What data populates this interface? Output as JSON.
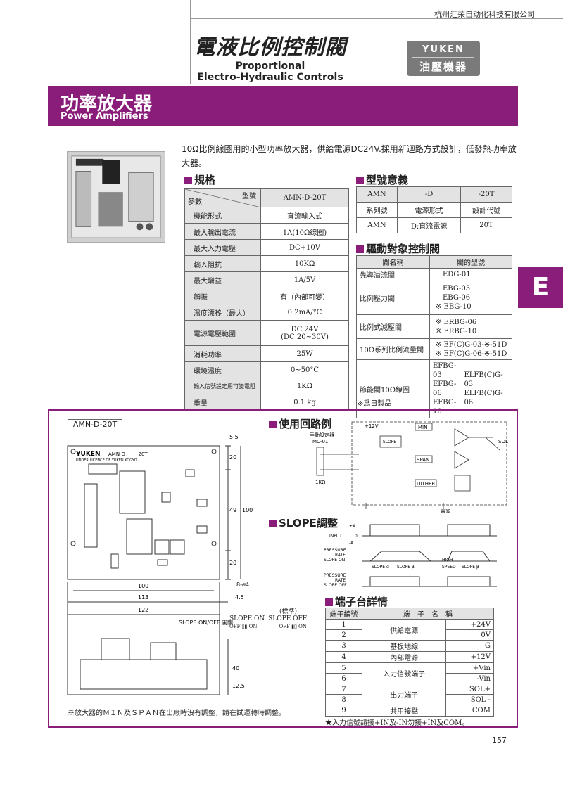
{
  "header": {
    "company": "杭州汇荣自动化科技有限公司",
    "title_zh": "電液比例控制閥",
    "title_en_1": "Proportional",
    "title_en_2": "Electro-Hydraulic Controls",
    "logo_top": "YUKEN",
    "logo_bottom": "油壓機器"
  },
  "banner": {
    "title_zh": "功率放大器",
    "title_en": "Power Amplifiers"
  },
  "intro": "10Ω比例線圈用的小型功率放大器，供給電源DC24V.採用新迴路方式設計，低發熱功率放大器。",
  "spec": {
    "heading": "規格",
    "header_model": "型號",
    "header_param": "參數",
    "header_value": "AMN-D-20T",
    "rows": [
      {
        "k": "機能形式",
        "v": "直流輸入式"
      },
      {
        "k": "最大輸出電流",
        "v": "1A(10Ω線圈)"
      },
      {
        "k": "最大入力電壓",
        "v": "DC+10V"
      },
      {
        "k": "輸入阻抗",
        "v": "10KΩ"
      },
      {
        "k": "最大增益",
        "v": "1A/5V"
      },
      {
        "k": "顫振",
        "v": "有（內部可變）"
      },
      {
        "k": "溫度漂移（最大）",
        "v": "0.2mA/°C"
      },
      {
        "k": "電源電壓範圍",
        "v": "DC 24V",
        "v2": "(DC 20~30V)"
      },
      {
        "k": "消耗功率",
        "v": "25W"
      },
      {
        "k": "環境溫度",
        "v": "0~50°C"
      },
      {
        "k": "輸入信號設定用可變電阻",
        "v": "1KΩ"
      },
      {
        "k": "重量",
        "v": "0.1 kg"
      }
    ]
  },
  "model": {
    "heading": "型號意義",
    "row1": [
      "AMN",
      "-D",
      "-20T"
    ],
    "row2": [
      "系列號",
      "電源形式",
      "設計代號"
    ],
    "row3": [
      "AMN",
      "D:直流電源",
      "20T"
    ]
  },
  "drive": {
    "heading": "驅動對象控制閥",
    "col1": "閥名稱",
    "col2": "閥的型號",
    "rows": [
      {
        "name": "先導溢流閥",
        "models": [
          "EDG-01"
        ]
      },
      {
        "name": "比例壓力閥",
        "models": [
          "EBG-03",
          "EBG-06",
          "※ EBG-10"
        ]
      },
      {
        "name": "比例式減壓閥",
        "models": [
          "※ ERBG-06",
          "※ ERBG-10"
        ]
      },
      {
        "name": "10Ω系列比例流量閥",
        "models": [
          "※ EF(C)G-03-※-51D",
          "※ EF(C)G-06-※-51D"
        ]
      },
      {
        "name": "節能閥10Ω線圈",
        "models_a": [
          "EFBG-03",
          "EFBG-06",
          "EFBG-10"
        ],
        "models_b": [
          "ELFB(C)G-03",
          "ELFB(C)G-06"
        ]
      }
    ],
    "note": "※爲日製品"
  },
  "diagram": {
    "model_label": "AMN-D-20T",
    "board_brand": "YUKEN",
    "board_model": "AMN-D",
    "board_suffix": "-20T",
    "board_licence": "UNDER LICENCE OF YUKEN KOGYO",
    "dims": {
      "d55": "5.5",
      "d20a": "20",
      "d49": "49",
      "d100v": "100",
      "d20b": "20",
      "d100": "100",
      "d113": "113",
      "d122": "122",
      "d45": "4.5",
      "hole": "8-ø4",
      "d40": "40",
      "d125": "12.5"
    },
    "slope_switch": "SLOPE ON/OFF 開關",
    "slope_on": "SLOPE ON",
    "slope_off": "SLOPE OFF",
    "standard": "(標準)",
    "on": "ON",
    "off": "OFF"
  },
  "circuit": {
    "heading": "使用回路例",
    "manual": "手動設定器",
    "mc": "MC-01",
    "v12": "+12V",
    "min": "MIN",
    "span": "SPAN",
    "slope": "SLOPE",
    "dither": "DITHER",
    "sol": "SOL",
    "k1": "1KΩ",
    "power": "電源"
  },
  "slope": {
    "heading": "SLOPE調整",
    "input": "INPUT",
    "pressure_on": [
      "PRESSURE",
      "RATE",
      "SLOPE ON"
    ],
    "pressure_off": [
      "PRESSURE",
      "RATE",
      "SLOPE OFF"
    ],
    "plus_a": "+A",
    "minus_a": "-A",
    "slope_a": "SLOPE α",
    "slope_b": "SLOPE β",
    "high_speed": [
      "HIGH",
      "SPEED"
    ],
    "zero": "0"
  },
  "terminal": {
    "heading": "端子台詳情",
    "col1": "端子編號",
    "col2": "端　子　名　稱",
    "rows": [
      {
        "n": "1",
        "name": "供給電源",
        "sig": "+24V"
      },
      {
        "n": "2",
        "name": "",
        "sig": "0V"
      },
      {
        "n": "3",
        "name": "基板地線",
        "sig": "G"
      },
      {
        "n": "4",
        "name": "內部電源",
        "sig": "+12V"
      },
      {
        "n": "5",
        "name": "入力信號端子",
        "sig": "+Vin"
      },
      {
        "n": "6",
        "name": "",
        "sig": "-Vin"
      },
      {
        "n": "7",
        "name": "出力端子",
        "sig": "SOL+"
      },
      {
        "n": "8",
        "name": "",
        "sig": "SOL -"
      },
      {
        "n": "9",
        "name": "共用接點",
        "sig": "COM"
      }
    ],
    "note": "★入力信號請接+IN及-IN勿接+IN及COM。"
  },
  "notes": {
    "min_span": "※放大器的ＭＩＮ及ＳＰＡＮ在出廠時沒有調整，請在試運轉時調整。"
  },
  "side_tab": "E",
  "page_number": "157",
  "colors": {
    "accent": "#8a1d7a",
    "logo_bg": "#7a7a7a"
  }
}
